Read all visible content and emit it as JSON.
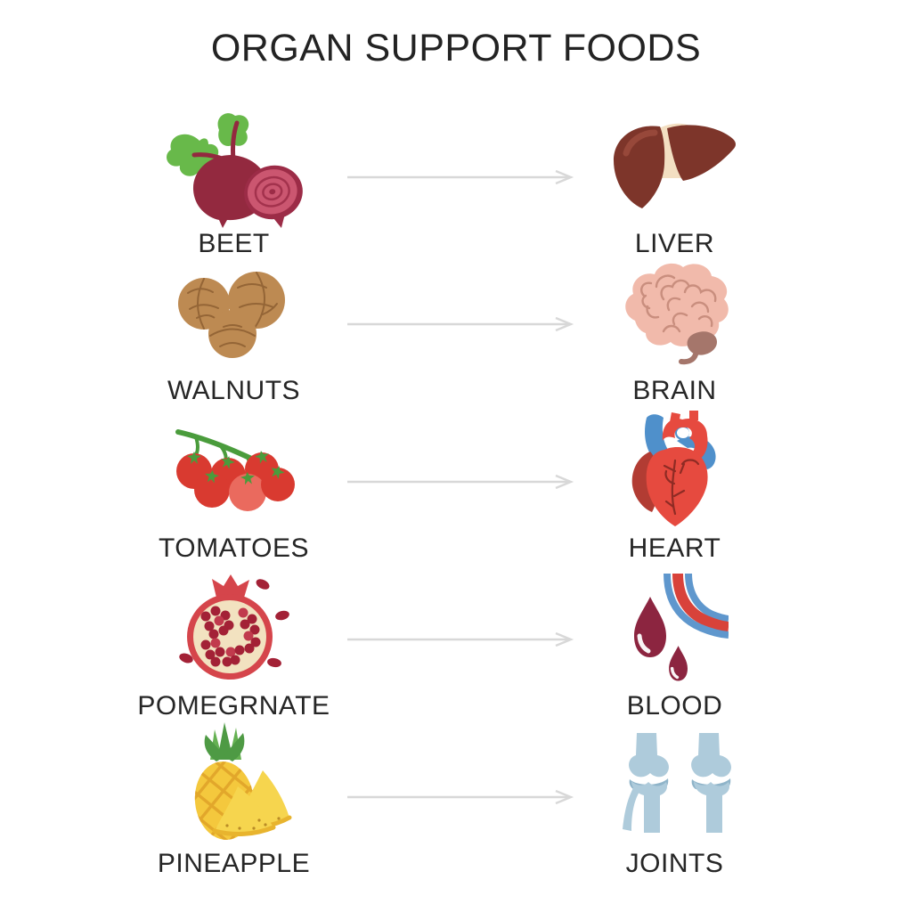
{
  "title": "ORGAN SUPPORT FOODS",
  "rows": [
    {
      "food": {
        "label": "BEET",
        "icon": "beet-icon"
      },
      "organ": {
        "label": "LIVER",
        "icon": "liver-icon"
      }
    },
    {
      "food": {
        "label": "WALNUTS",
        "icon": "walnuts-icon"
      },
      "organ": {
        "label": "BRAIN",
        "icon": "brain-icon"
      }
    },
    {
      "food": {
        "label": "TOMATOES",
        "icon": "tomatoes-icon"
      },
      "organ": {
        "label": "HEART",
        "icon": "heart-icon"
      }
    },
    {
      "food": {
        "label": "POMEGRNATE",
        "icon": "pomegranate-icon"
      },
      "organ": {
        "label": "BLOOD",
        "icon": "blood-icon"
      }
    },
    {
      "food": {
        "label": "PINEAPPLE",
        "icon": "pineapple-icon"
      },
      "organ": {
        "label": "JOINTS",
        "icon": "joints-icon"
      }
    }
  ],
  "arrow": {
    "direction": "right"
  },
  "colors": {
    "background": "#ffffff",
    "title_text": "#232323",
    "label_text": "#262626",
    "arrow": "#d8d8d8",
    "beet_body": "#93293f",
    "beet_slice_face": "#cb5670",
    "beet_slice_ring": "#9c2c47",
    "beet_leaf": "#68b94a",
    "liver_body": "#7d352a",
    "liver_highlight": "#9a4a3c",
    "liver_ligament": "#f3dfc2",
    "walnut_shell": "#bd8a52",
    "walnut_line": "#8a5c30",
    "brain_body": "#f1baab",
    "brain_line": "#c98e7e",
    "brain_stem": "#a5766b",
    "tomato_red": "#d93a30",
    "tomato_light": "#ea6a5e",
    "tomato_vine": "#4a9c3c",
    "heart_body": "#e64a3f",
    "heart_dark": "#b23c33",
    "heart_blue": "#4f90cb",
    "heart_vein": "#8e2b24",
    "pom_rind": "#d5454b",
    "pom_pith": "#f2e2c0",
    "pom_seed": "#a32136",
    "pom_seed_light": "#c13a4d",
    "blood_drop": "#8c2540",
    "vessel_blue": "#5f97cd",
    "vessel_red": "#d8423a",
    "pineapple_body": "#f4c83d",
    "pineapple_hatch": "#e2a72b",
    "pineapple_slice": "#f6d54e",
    "pineapple_rind": "#e8b42e",
    "pineapple_leaf": "#4e9a44",
    "pineapple_leaf_light": "#65b152",
    "joint_bone": "#aecbdb",
    "joint_bone_dark": "#8fb4c9"
  }
}
